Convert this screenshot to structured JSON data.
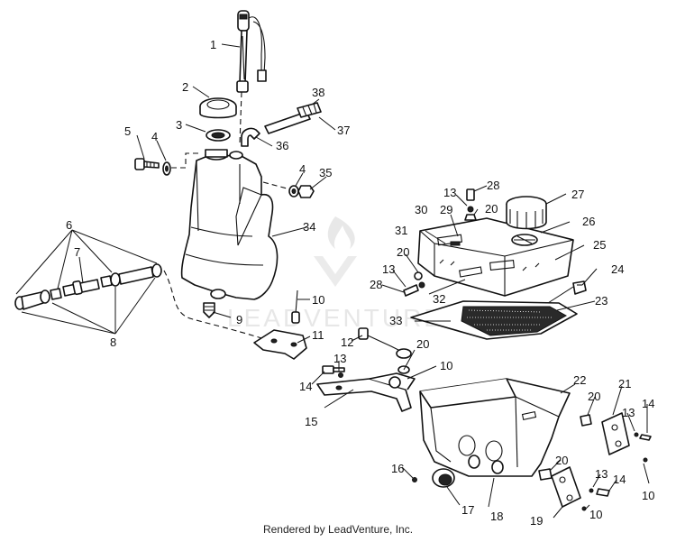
{
  "footer": {
    "text": "Rendered by LeadVenture, Inc."
  },
  "watermark": {
    "text": "LEADVENTURE",
    "color": "#cccccc"
  },
  "callouts": [
    {
      "id": "c1",
      "label": "1"
    },
    {
      "id": "c2",
      "label": "2"
    },
    {
      "id": "c3",
      "label": "3"
    },
    {
      "id": "c4a",
      "label": "4"
    },
    {
      "id": "c4b",
      "label": "4"
    },
    {
      "id": "c5",
      "label": "5"
    },
    {
      "id": "c6",
      "label": "6"
    },
    {
      "id": "c7",
      "label": "7"
    },
    {
      "id": "c8",
      "label": "8"
    },
    {
      "id": "c9",
      "label": "9"
    },
    {
      "id": "c10a",
      "label": "10"
    },
    {
      "id": "c10b",
      "label": "10"
    },
    {
      "id": "c10c",
      "label": "10"
    },
    {
      "id": "c10d",
      "label": "10"
    },
    {
      "id": "c11",
      "label": "11"
    },
    {
      "id": "c12",
      "label": "12"
    },
    {
      "id": "c13a",
      "label": "13"
    },
    {
      "id": "c13b",
      "label": "13"
    },
    {
      "id": "c13c",
      "label": "13"
    },
    {
      "id": "c13d",
      "label": "13"
    },
    {
      "id": "c13e",
      "label": "13"
    },
    {
      "id": "c14a",
      "label": "14"
    },
    {
      "id": "c14b",
      "label": "14"
    },
    {
      "id": "c14c",
      "label": "14"
    },
    {
      "id": "c15",
      "label": "15"
    },
    {
      "id": "c16",
      "label": "16"
    },
    {
      "id": "c17",
      "label": "17"
    },
    {
      "id": "c18",
      "label": "18"
    },
    {
      "id": "c19",
      "label": "19"
    },
    {
      "id": "c20a",
      "label": "20"
    },
    {
      "id": "c20b",
      "label": "20"
    },
    {
      "id": "c20c",
      "label": "20"
    },
    {
      "id": "c20d",
      "label": "20"
    },
    {
      "id": "c20e",
      "label": "20"
    },
    {
      "id": "c21",
      "label": "21"
    },
    {
      "id": "c22",
      "label": "22"
    },
    {
      "id": "c23",
      "label": "23"
    },
    {
      "id": "c24",
      "label": "24"
    },
    {
      "id": "c25",
      "label": "25"
    },
    {
      "id": "c26",
      "label": "26"
    },
    {
      "id": "c27",
      "label": "27"
    },
    {
      "id": "c28a",
      "label": "28"
    },
    {
      "id": "c28b",
      "label": "28"
    },
    {
      "id": "c29",
      "label": "29"
    },
    {
      "id": "c30",
      "label": "30"
    },
    {
      "id": "c31",
      "label": "31"
    },
    {
      "id": "c32",
      "label": "32"
    },
    {
      "id": "c33",
      "label": "33"
    },
    {
      "id": "c34",
      "label": "34"
    },
    {
      "id": "c35",
      "label": "35"
    },
    {
      "id": "c36",
      "label": "36"
    },
    {
      "id": "c37",
      "label": "37"
    },
    {
      "id": "c38",
      "label": "38"
    }
  ]
}
